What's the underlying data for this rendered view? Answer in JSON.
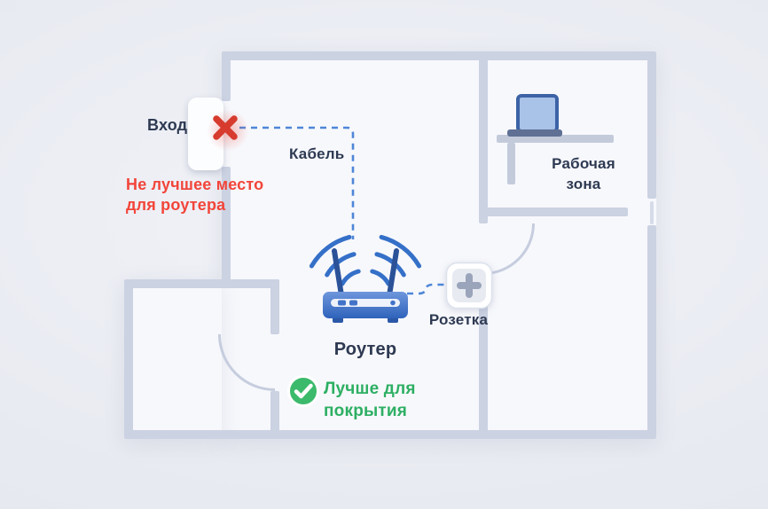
{
  "labels": {
    "entrance": "Вход",
    "cable": "Кабель",
    "router": "Роутер",
    "socket": "Розетка",
    "work_zone_line1": "Рабочая",
    "work_zone_line2": "зона",
    "bad_place_line1": "Не лучшее место",
    "bad_place_line2": "для роутера",
    "good_place_line1": "Лучше для",
    "good_place_line2": "покрытия"
  },
  "icons": {
    "bad_marker": "x-mark-icon",
    "good_marker": "check-mark-icon",
    "router": "wifi-router-icon",
    "wifi": "wifi-waves-icon",
    "socket": "power-outlet-icon",
    "laptop": "laptop-icon",
    "entrance_door": "entrance-door"
  },
  "colors": {
    "background": "#e9ebf2",
    "floor": "#f7f8fc",
    "wall": "#cbd2e2",
    "cable_blue": "#4e86d8",
    "router_blue": "#3570c8",
    "error_red": "#f2453a",
    "x_mark_red": "#d63b2e",
    "success_green": "#2daf63",
    "text_dark": "#2e3a52"
  }
}
